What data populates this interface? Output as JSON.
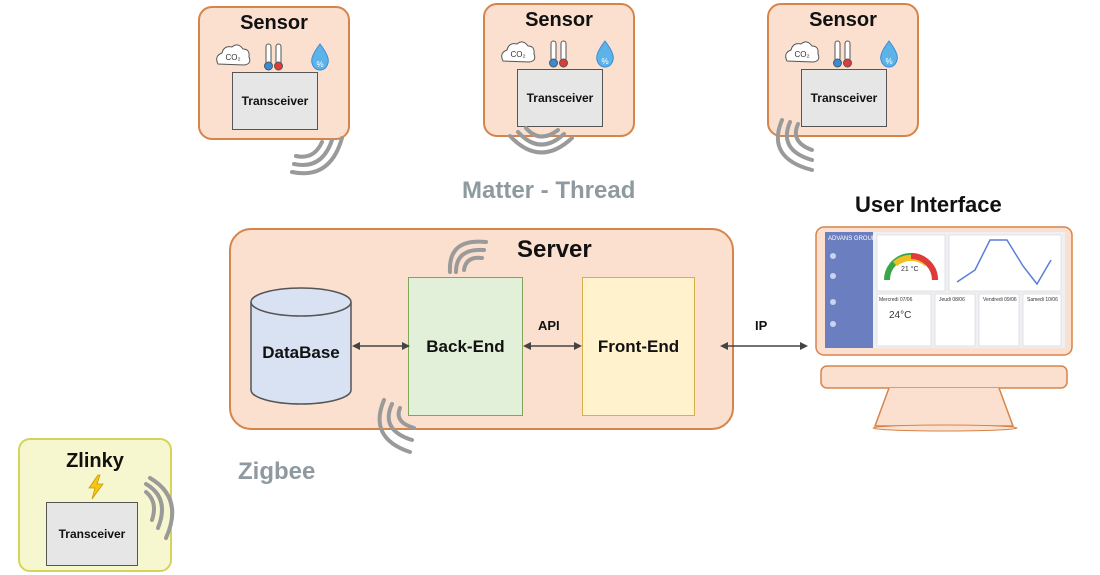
{
  "sensors": [
    {
      "title": "Sensor",
      "transceiver": "Transceiver",
      "co2": "CO₂",
      "humidity": "%"
    },
    {
      "title": "Sensor",
      "transceiver": "Transceiver",
      "co2": "CO₂",
      "humidity": "%"
    },
    {
      "title": "Sensor",
      "transceiver": "Transceiver",
      "co2": "CO₂",
      "humidity": "%"
    }
  ],
  "labels": {
    "matter_thread": "Matter - Thread",
    "zigbee": "Zigbee",
    "api": "API",
    "ip": "IP"
  },
  "server": {
    "title": "Server",
    "database": "DataBase",
    "backend": "Back-End",
    "frontend": "Front-End"
  },
  "ui": {
    "title": "User Interface",
    "brand": "ADVANS GROUP",
    "gauge_temp": "21 °C",
    "weather": [
      {
        "day": "Mercredi 07/06",
        "temp": "24°C"
      },
      {
        "day": "Jeudi 08/06"
      },
      {
        "day": "Vendredi 09/06"
      },
      {
        "day": "Samedi 10/06"
      }
    ]
  },
  "zlinky": {
    "title": "Zlinky",
    "transceiver": "Transceiver"
  },
  "colors": {
    "sensor_fill": "#fbe0cf",
    "sensor_border": "#d6844a",
    "db_fill": "#d9e2f2",
    "backend_fill": "#e2efd9",
    "frontend_fill": "#fff2cc",
    "zlinky_fill": "#f7f7cf",
    "signal": "#9a9a9a",
    "label_gray": "#8f9aa0"
  }
}
